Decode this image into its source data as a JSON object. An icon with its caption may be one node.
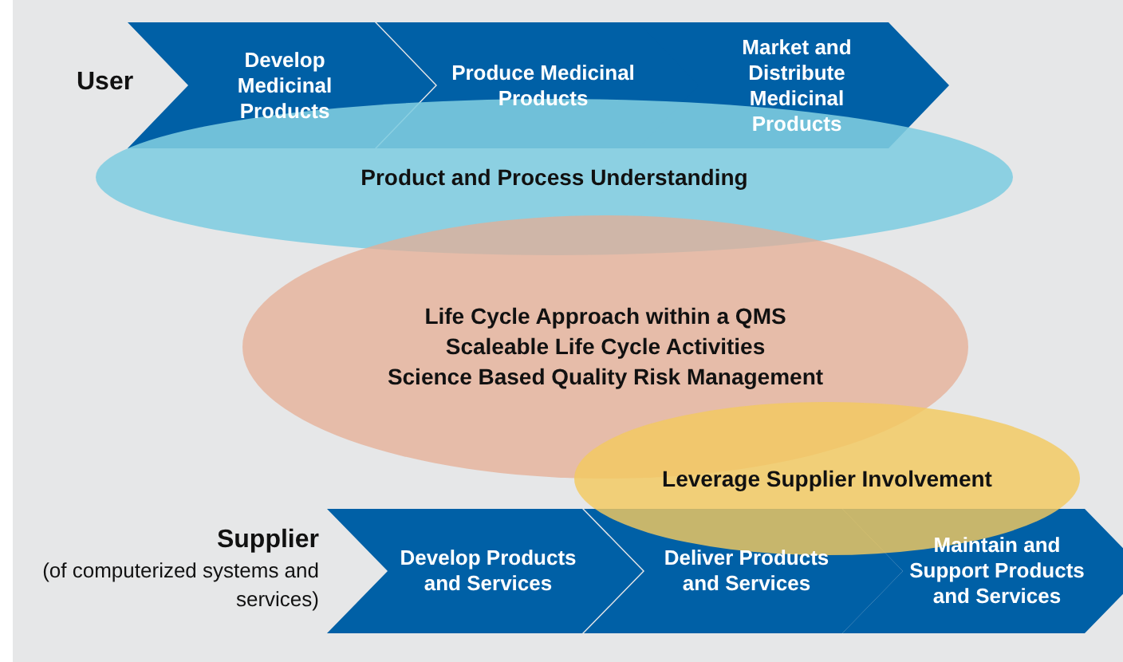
{
  "diagram": {
    "nodes": [
      {
        "text": [
          "Develop Medicinal Products"
        ]
      },
      {
        "text": [
          "Produce Medicinal Products"
        ]
      },
      {
        "text": [
          "Market and Distribute Medicinal Products"
        ]
      },
      {
        "text": [
          "Product and Process Understanding"
        ]
      },
      {
        "text": [
          "Life Cycle Approach within a QMS",
          "Scaleable Life Cycle Activities",
          "Science Based Quality Risk Management"
        ]
      },
      {
        "text": [
          "Leverage Supplier Involvement"
        ]
      },
      {
        "text": [
          "Develop Products and Services"
        ]
      },
      {
        "text": [
          "Deliver Products and Services"
        ]
      },
      {
        "text": [
          "Maintain and Support Products and Services"
        ]
      }
    ],
    "labels": [
      "User",
      "Supplier",
      "(of computerized systems and services)"
    ]
  }
}
